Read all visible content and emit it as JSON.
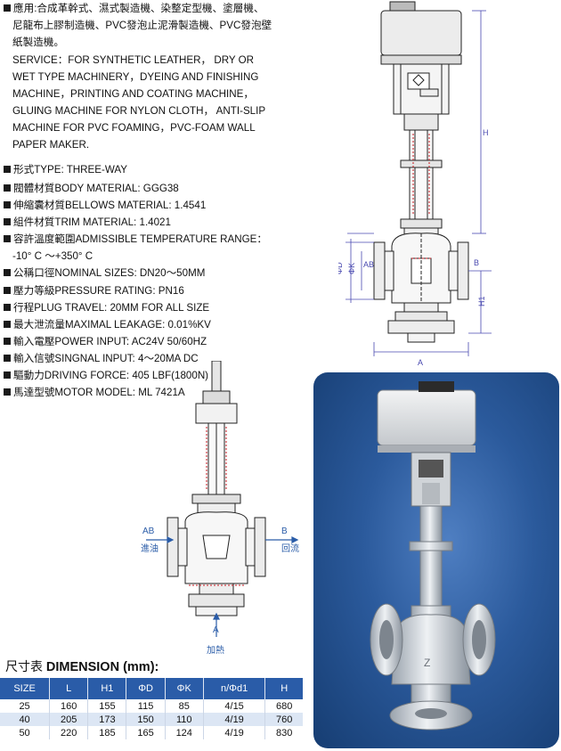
{
  "service": {
    "cn_line1": "應用:合成革幹式、濕式製造機、染整定型機、塗層機、",
    "cn_line2": "尼龍布上膠制造機、PVC發泡止泥滑製造機、PVC發泡壁",
    "cn_line3": "紙製造機。",
    "en_lines": [
      "SERVICE：FOR SYNTHETIC LEATHER， DRY OR",
      "WET TYPE MACHINERY，DYEING AND FINISHING",
      "MACHINE，PRINTING AND COATING MACHINE，",
      "GLUING MACHINE FOR NYLON CLOTH， ANTI-SLIP",
      "MACHINE FOR PVC FOAMING，PVC-FOAM WALL",
      "PAPER MAKER."
    ]
  },
  "specs": [
    "形式TYPE: THREE-WAY",
    "閥體材質BODY MATERIAL: GGG38",
    "伸縮囊材質BELLOWS MATERIAL: 1.4541",
    "組件材質TRIM MATERIAL: 1.4021",
    "容許溫度範圍ADMISSIBLE TEMPERATURE RANGE：",
    "-10° C ～+350° C",
    "公稱口徑NOMINAL SIZES:   DN20～50MM",
    "壓力等級PRESSURE RATING: PN16",
    "行程PLUG TRAVEL:   20MM FOR ALL SIZE",
    "最大泄流量MAXIMAL LEAKAGE:    0.01%KV",
    "輸入電壓POWER INPUT:  AC24V 50/60HZ",
    "輸入信號SINGNAL INPUT:  4～20MA DC",
    "驅動力DRIVING FORCE: 405 LBF(1800N)",
    "馬達型號MOTOR MODEL: ML 7421A"
  ],
  "drawing_top": {
    "label_H": "H",
    "label_D": "ΦD",
    "label_K": "ΦK",
    "label_AB": "AB",
    "label_B": "B",
    "label_H1": "H1",
    "label_A": "A"
  },
  "drawing_section": {
    "label_AB": "AB",
    "label_inlet": "進油",
    "label_B": "B",
    "label_return": "回流",
    "label_A": "A",
    "label_heat": "加熱"
  },
  "dimension": {
    "title_cn": "尺寸表",
    "title_en": "DIMENSION (mm):",
    "headers": [
      "SIZE",
      "L",
      "H1",
      "ΦD",
      "ΦK",
      "n/Φd1",
      "H"
    ],
    "rows": [
      [
        "25",
        "160",
        "155",
        "115",
        "85",
        "4/15",
        "680"
      ],
      [
        "40",
        "205",
        "173",
        "150",
        "110",
        "4/19",
        "760"
      ],
      [
        "50",
        "220",
        "185",
        "165",
        "124",
        "4/19",
        "830"
      ]
    ]
  },
  "photo": {
    "casting_mark": "Z"
  }
}
